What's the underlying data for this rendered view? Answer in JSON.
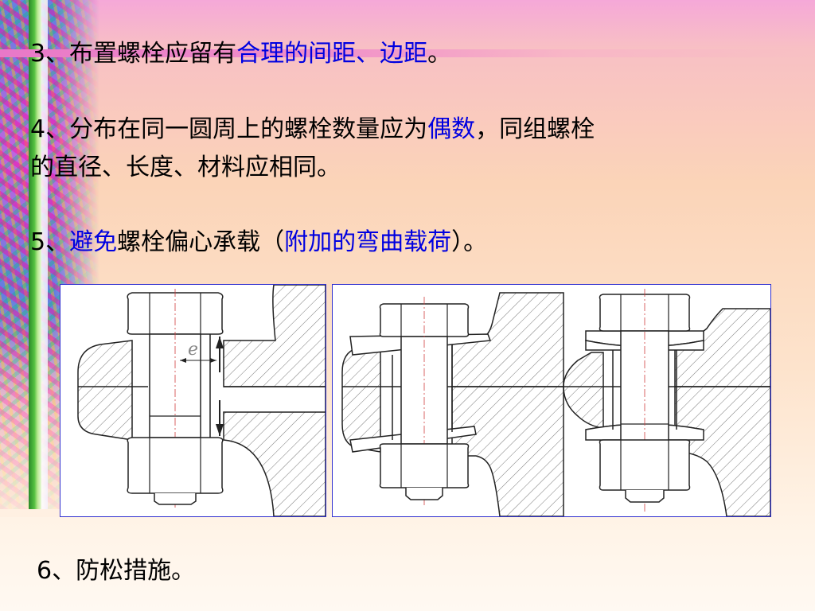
{
  "items": [
    {
      "num": "3",
      "sep": "、",
      "pre": "布置螺栓应留有",
      "hl1": "合理的间距、边距",
      "post": "。"
    },
    {
      "num": "4",
      "sep": "、",
      "pre": "分布在同一圆周上的螺栓数量应为",
      "hl1": "偶数",
      "post": "，同组螺栓"
    },
    {
      "cont": "的直径、长度、材料应相同。"
    },
    {
      "num": "5",
      "sep": "、",
      "hl1": "避免",
      "mid": "螺栓偏心承载（",
      "hl2": "附加的弯曲载荷",
      "post": "）。"
    },
    {
      "num": "6",
      "sep": "、",
      "pre": "防松措施。"
    }
  ],
  "figure_label": "e",
  "colors": {
    "highlight": "#0000e0",
    "border": "#3030d0"
  }
}
